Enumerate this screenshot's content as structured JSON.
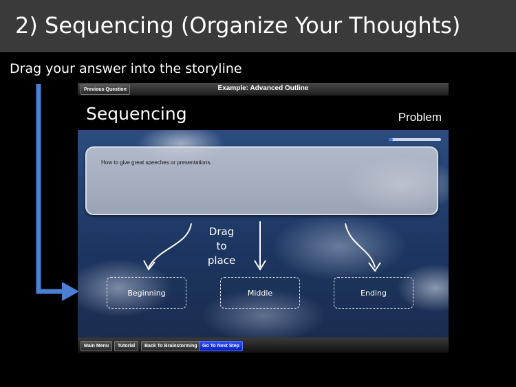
{
  "slide": {
    "title": "2) Sequencing (Organize Your Thoughts)",
    "instruction": "Drag your answer into the storyline"
  },
  "app": {
    "topbar": {
      "previous_label": "Previous Question",
      "title": "Example: Advanced Outline"
    },
    "header": {
      "heading": "Sequencing",
      "subheading": "Problem"
    },
    "progress": {
      "fraction": 0.08
    },
    "problem_text": "How to give great speeches or presentations.",
    "drag_hint": [
      "Drag",
      "to",
      "place"
    ],
    "drop_zones": [
      {
        "label": "Beginning"
      },
      {
        "label": "Middle"
      },
      {
        "label": "Ending"
      }
    ],
    "bottombar": {
      "main_menu": "Main Menu",
      "tutorial": "Tutorial",
      "back": "Back To Brainstorming",
      "next": "Go To Next Step"
    }
  },
  "colors": {
    "accent_arrow": "#4a7fd4",
    "next_button": "#1030e0"
  }
}
